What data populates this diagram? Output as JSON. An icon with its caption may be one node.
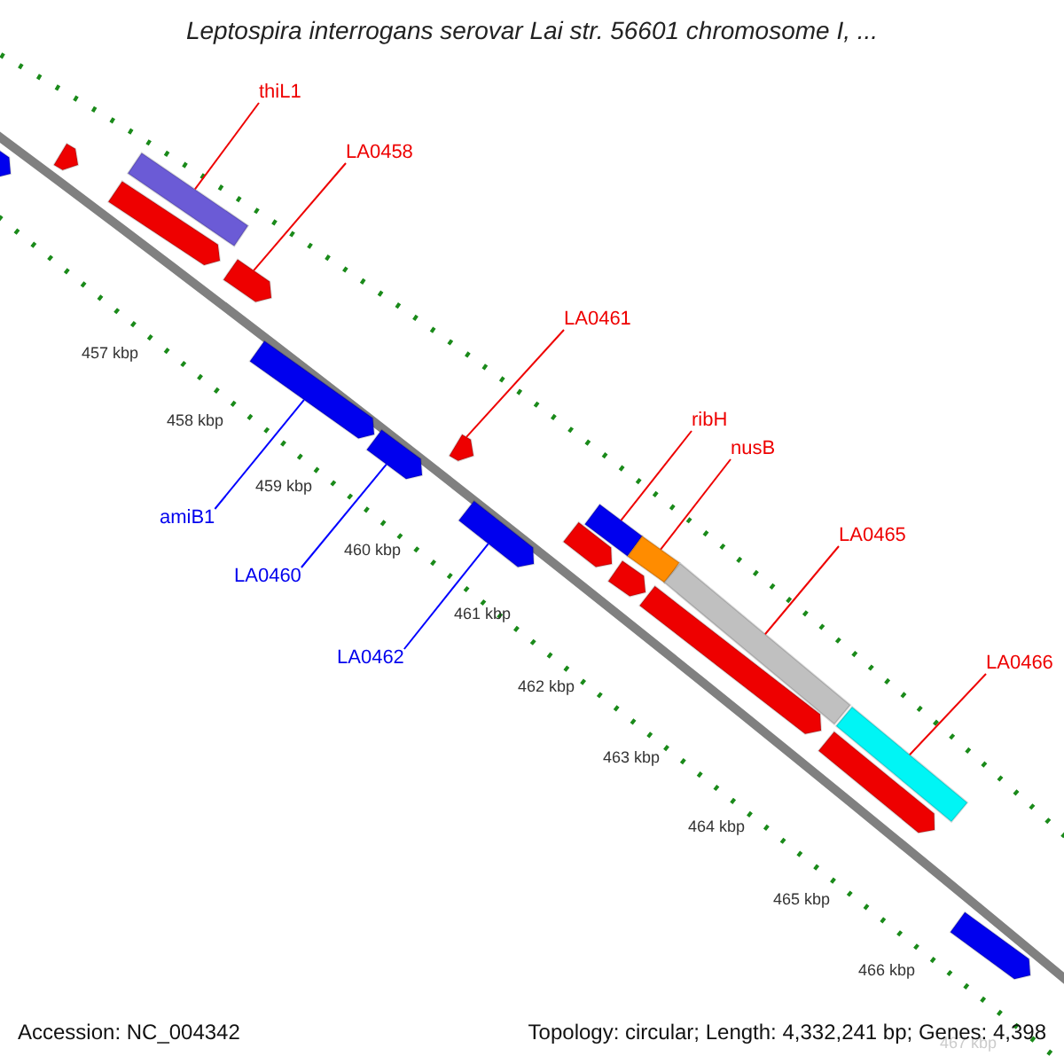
{
  "diagram": {
    "title": "Leptospira interrogans serovar Lai str. 56601 chromosome I, ...",
    "nodes": [
      {
        "text": [
          "thiL1"
        ]
      },
      {
        "text": [
          "LA0458"
        ]
      },
      {
        "text": [
          "LA0461"
        ]
      },
      {
        "text": [
          "ribH"
        ]
      },
      {
        "text": [
          "nusB"
        ]
      },
      {
        "text": [
          "amiB1"
        ]
      },
      {
        "text": [
          "LA0460"
        ]
      },
      {
        "text": [
          "LA0465"
        ]
      },
      {
        "text": [
          "LA0462"
        ]
      },
      {
        "text": [
          "LA0466"
        ]
      },
      {
        "text": [],
        "shape": "bar"
      },
      {
        "text": [],
        "shape": "bar"
      },
      {
        "text": [],
        "shape": "bar"
      },
      {
        "text": [],
        "shape": "bar"
      },
      {
        "text": [],
        "shape": "bar"
      },
      {
        "text": [],
        "shape": "bar"
      },
      {
        "text": [],
        "shape": "bar"
      },
      {
        "text": [],
        "shape": "bar"
      },
      {
        "text": [],
        "shape": "bar"
      },
      {
        "text": [],
        "shape": "bar"
      },
      {
        "text": [],
        "shape": "bar"
      },
      {
        "text": [],
        "shape": "bar"
      },
      {
        "text": [],
        "shape": "bar"
      },
      {
        "text": [],
        "shape": "bar"
      },
      {
        "text": [],
        "shape": "bar"
      },
      {
        "text": [],
        "shape": "bar"
      },
      {
        "text": [],
        "shape": "bar"
      },
      {
        "text": [],
        "shape": "bar"
      }
    ],
    "edges": [
      {
        "from": 0,
        "to": 10,
        "arrow": "none"
      },
      {
        "from": 1,
        "to": 11,
        "arrow": "none"
      },
      {
        "from": 2,
        "to": 12,
        "arrow": "none"
      },
      {
        "from": 3,
        "to": 13,
        "arrow": "none"
      },
      {
        "from": 4,
        "to": 14,
        "arrow": "none"
      },
      {
        "from": 5,
        "to": 15,
        "arrow": "none",
        "color": "#0000ff"
      },
      {
        "from": 6,
        "to": 16,
        "arrow": "none",
        "color": "#0000ff"
      },
      {
        "from": 7,
        "to": 17,
        "arrow": "none"
      },
      {
        "from": 8,
        "to": 18,
        "arrow": "none",
        "color": "#0000ff"
      },
      {
        "from": 9,
        "to": 19,
        "arrow": "none"
      }
    ],
    "labels": [
      "457 kbp",
      "458 kbp",
      "459 kbp",
      "460 kbp",
      "461 kbp",
      "462 kbp",
      "463 kbp",
      "464 kbp",
      "465 kbp",
      "466 kbp",
      "467 kbp",
      "Accession: NC_004342",
      "Topology: circular; Length: 4,332,241 bp; Genes: 4,398"
    ]
  }
}
